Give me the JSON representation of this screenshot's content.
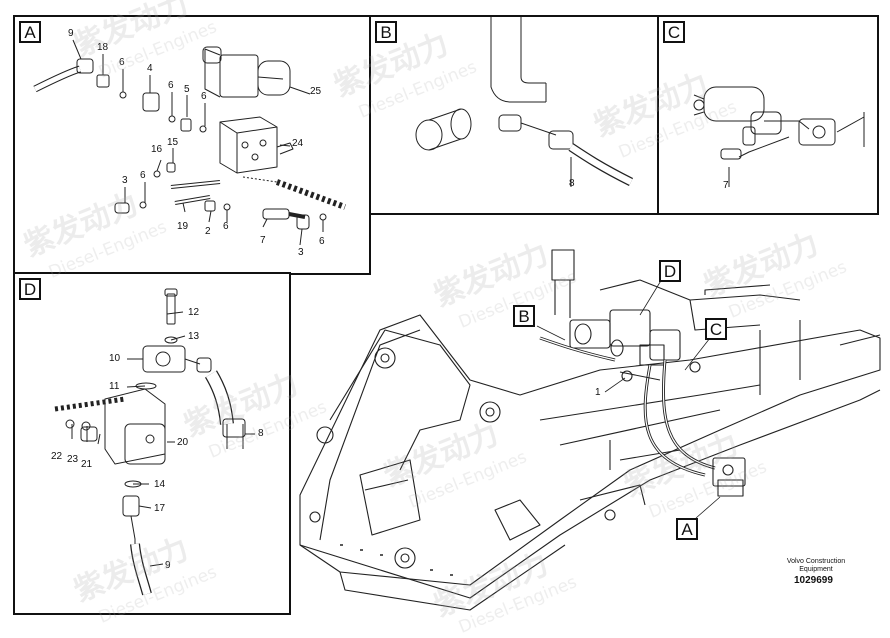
{
  "panels": {
    "A": {
      "label": "A",
      "parts": [
        "9",
        "18",
        "6",
        "4",
        "6",
        "5",
        "6",
        "25",
        "24",
        "16",
        "15",
        "3",
        "6",
        "19",
        "2",
        "6",
        "7",
        "3",
        "6"
      ]
    },
    "B": {
      "label": "B",
      "parts": [
        "8"
      ]
    },
    "C": {
      "label": "C",
      "parts": [
        "7"
      ]
    },
    "D": {
      "label": "D",
      "parts": [
        "12",
        "13",
        "10",
        "11",
        "8",
        "20",
        "22",
        "23",
        "21",
        "14",
        "17",
        "9"
      ]
    }
  },
  "callouts": {
    "A": "A",
    "B": "B",
    "C": "C",
    "D": "D"
  },
  "main_parts": {
    "p1": "1"
  },
  "footer": {
    "caption_line1": "Volvo Construction",
    "caption_line2": "Equipment",
    "ref_number": "1029699"
  },
  "watermark": {
    "text": "紫发动力",
    "subtext": "Diesel-Engines"
  },
  "colors": {
    "line": "#111111",
    "watermark": "#aaaaaa",
    "background": "#ffffff"
  }
}
